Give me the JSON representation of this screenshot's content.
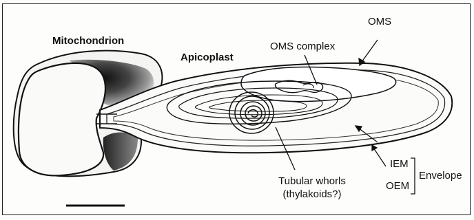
{
  "labels": {
    "mitochondrion": "Mitochondrion",
    "apicoplast": "Apicoplast",
    "oms": "OMS",
    "oms_complex": "OMS complex",
    "iem": "IEM",
    "oem": "OEM",
    "envelope": "Envelope",
    "tubular_whorls_line1": "Tubular whorls",
    "tubular_whorls_line2": "(thylakoids?)"
  },
  "colors": {
    "ink": "#111111",
    "shade_dark": "#1a1a1a",
    "shade_mid": "#6b6b6b",
    "background": "#fdfdfb"
  }
}
